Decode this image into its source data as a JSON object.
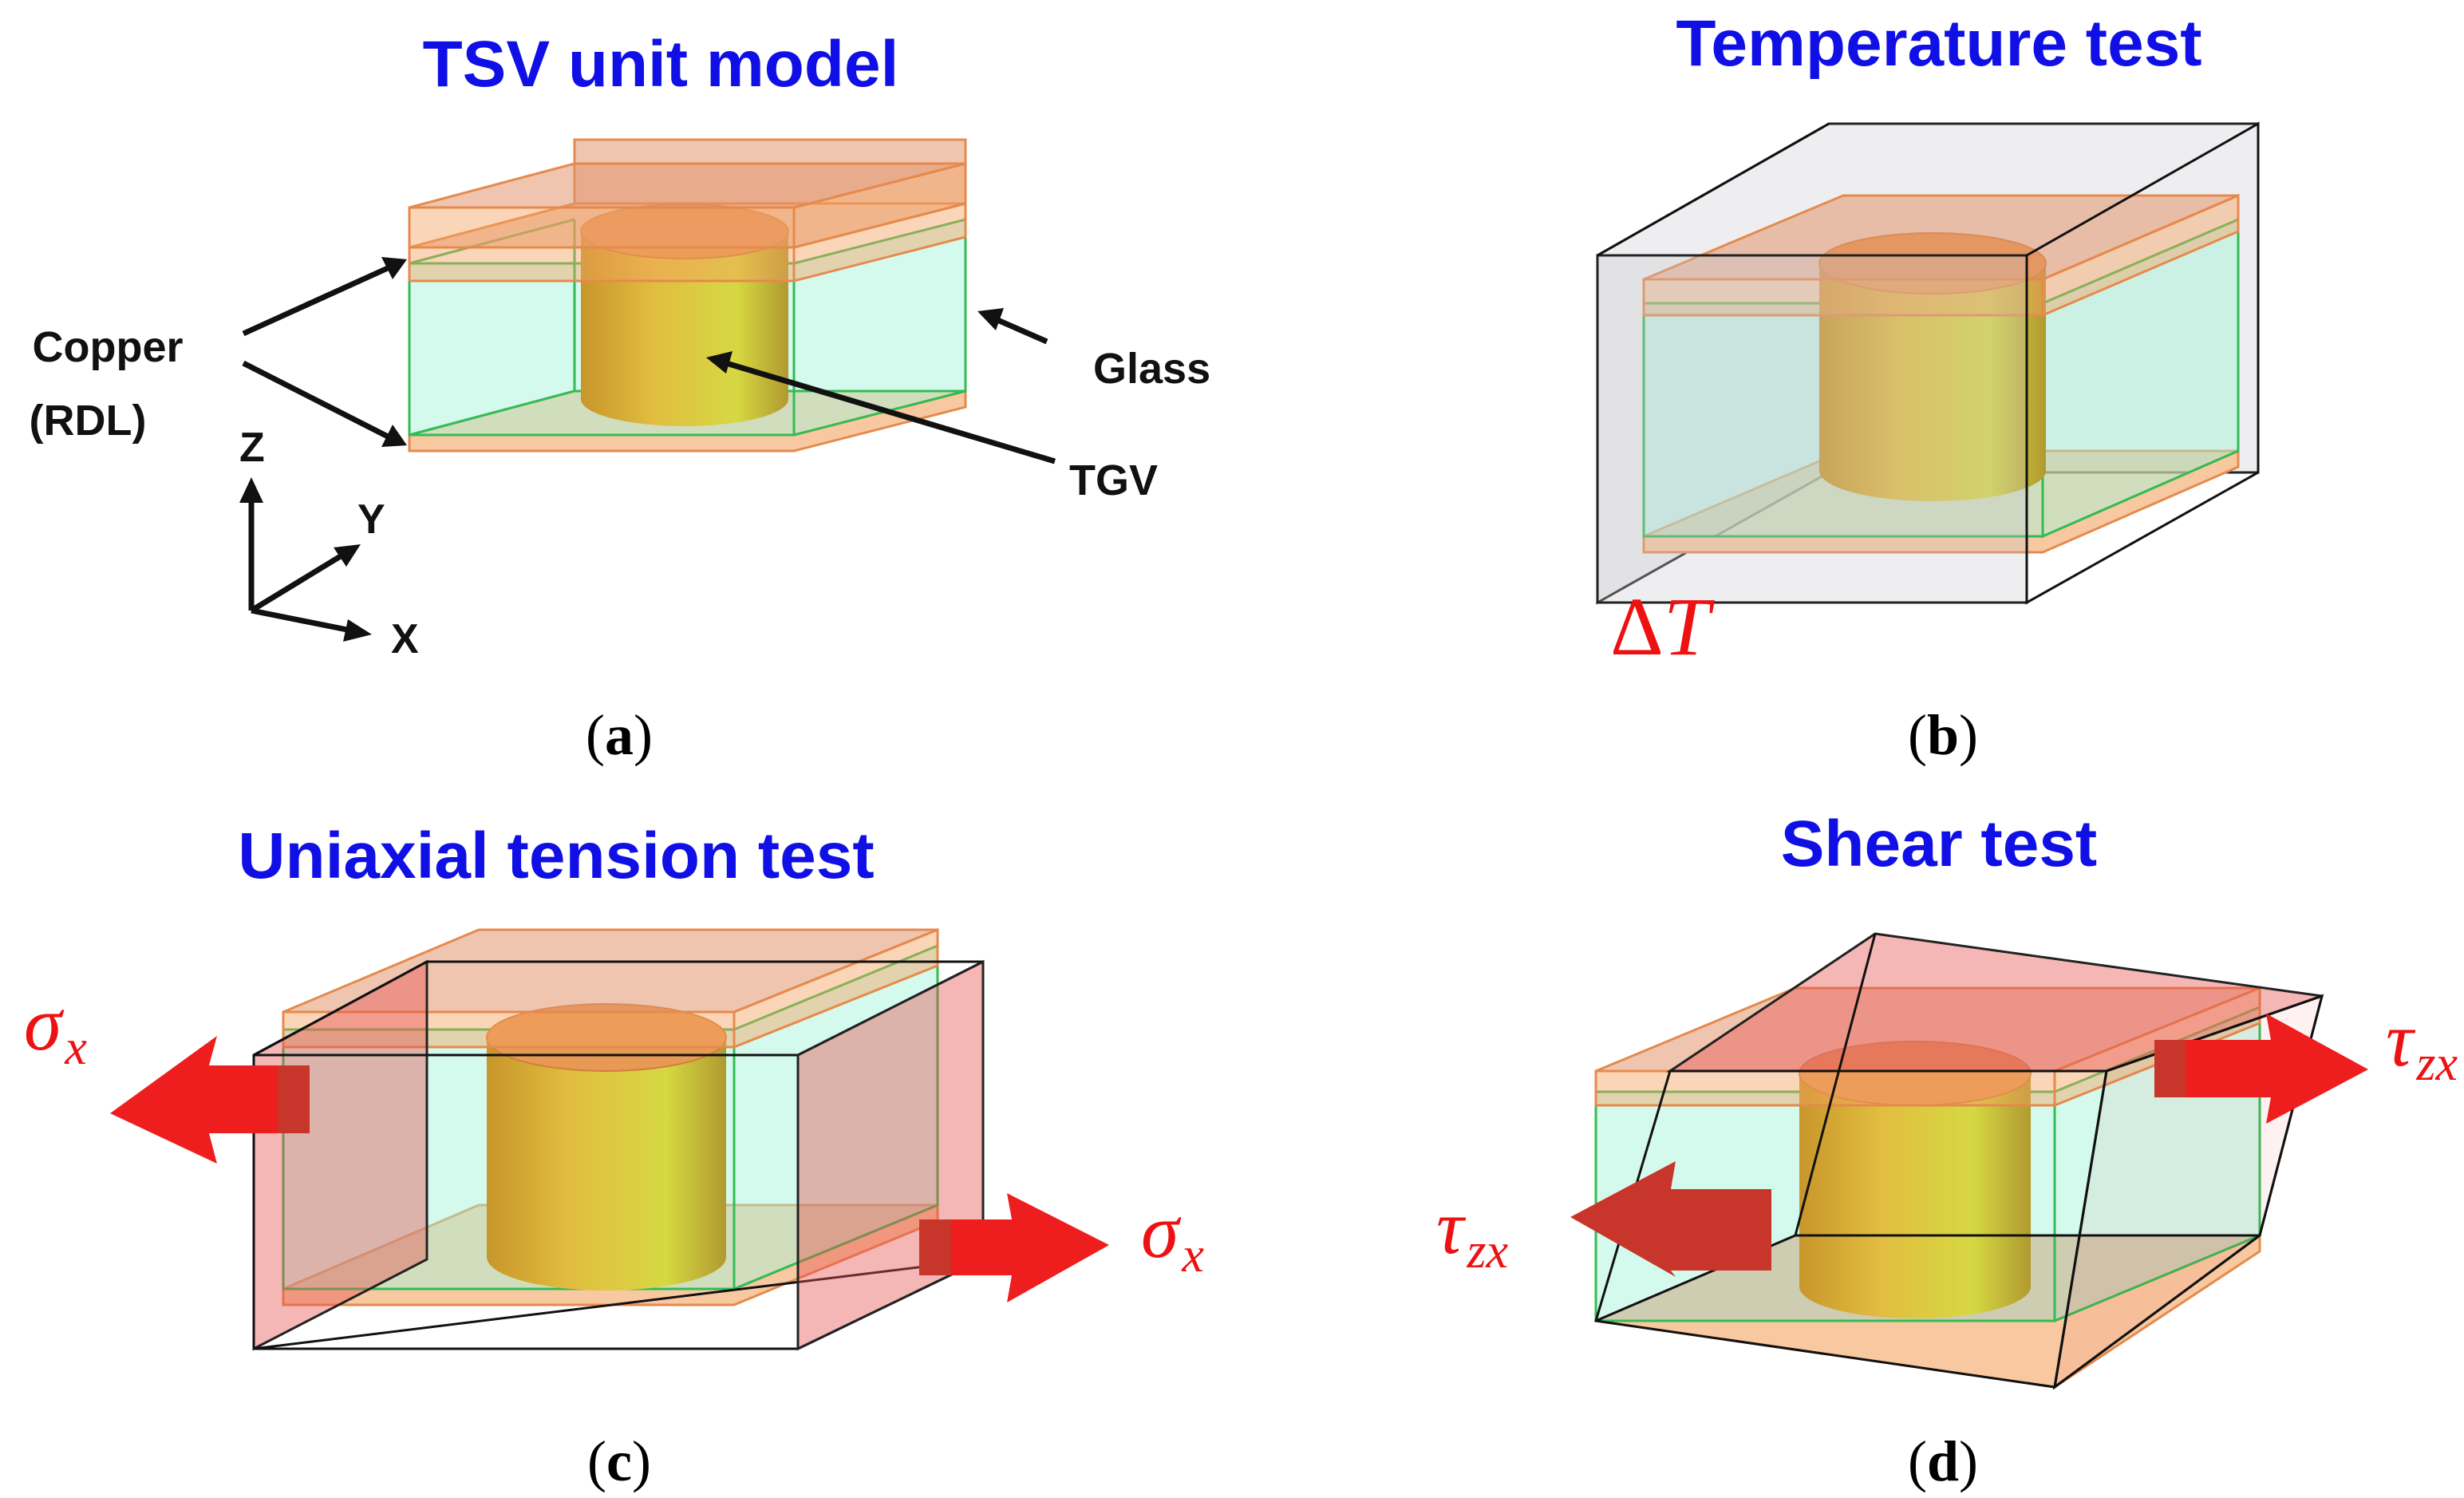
{
  "panels": {
    "a": {
      "title": "TSV unit model",
      "label_paren_open": "(",
      "label_letter": "a",
      "label_paren_close": ")",
      "callouts": {
        "copper_line1": "Copper",
        "copper_line2": "(RDL)",
        "glass": "Glass",
        "tgv": "TGV"
      },
      "axes": {
        "z": "Z",
        "y": "Y",
        "x": "X"
      }
    },
    "b": {
      "title": "Temperature test",
      "label_paren_open": "(",
      "label_letter": "b",
      "label_paren_close": ")",
      "load_delta": "Δ",
      "load_T": "T"
    },
    "c": {
      "title": "Uniaxial tension test",
      "label_paren_open": "(",
      "label_letter": "c",
      "label_paren_close": ")",
      "load_symbol": "σ",
      "load_subscript": "x"
    },
    "d": {
      "title": "Shear test",
      "label_paren_open": "(",
      "label_letter": "d",
      "label_paren_close": ")",
      "load_symbol": "τ",
      "load_subscript": "zx"
    }
  },
  "colors": {
    "title_blue": "#1010e6",
    "load_red": "#ee1111",
    "copper": "#f4a260",
    "glass": "#a0f5d7",
    "tgv_gold": "#d9b030"
  }
}
